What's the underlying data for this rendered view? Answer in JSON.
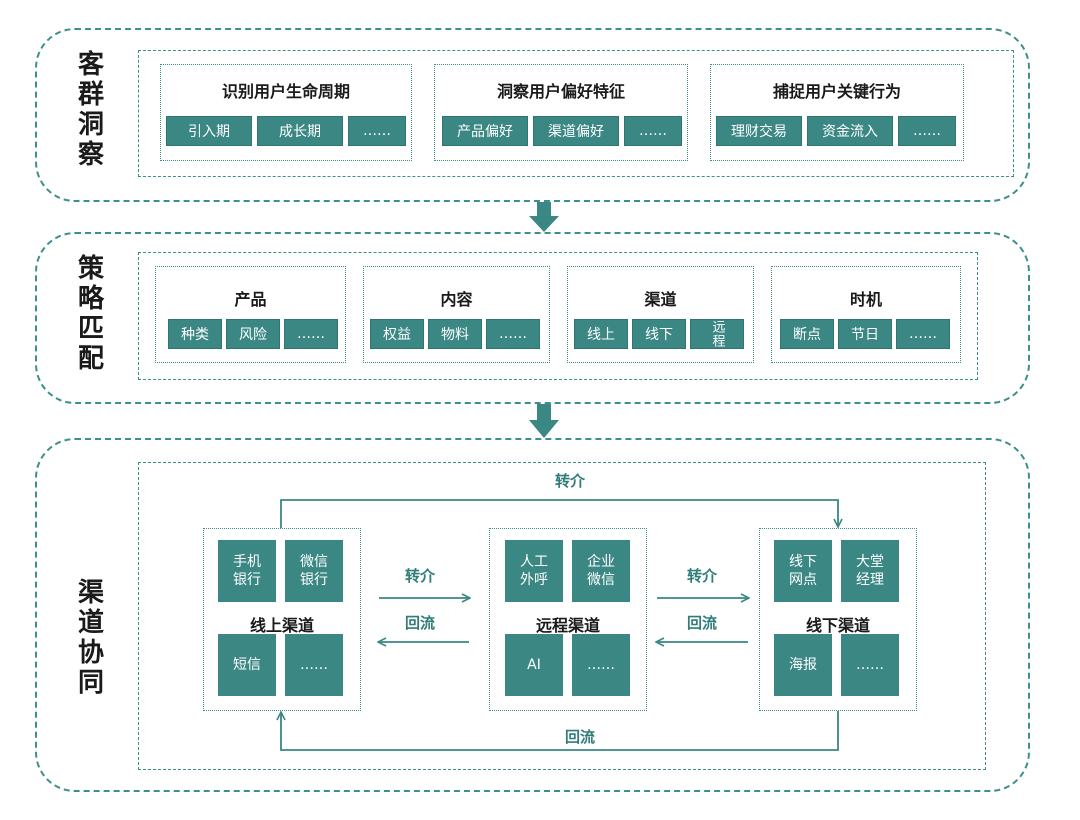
{
  "section1": {
    "title": [
      "客",
      "群",
      "洞",
      "察"
    ],
    "groups": [
      {
        "title": "识别用户生命周期",
        "items": [
          "引入期",
          "成长期",
          "……"
        ]
      },
      {
        "title": "洞察用户偏好特征",
        "items": [
          "产品偏好",
          "渠道偏好",
          "……"
        ]
      },
      {
        "title": "捕捉用户关键行为",
        "items": [
          "理财交易",
          "资金流入",
          "……"
        ]
      }
    ]
  },
  "section2": {
    "title": [
      "策",
      "略",
      "匹",
      "配"
    ],
    "groups": [
      {
        "title": "产品",
        "items": [
          "种类",
          "风险",
          "……"
        ]
      },
      {
        "title": "内容",
        "items": [
          "权益",
          "物料",
          "……"
        ]
      },
      {
        "title": "渠道",
        "items": [
          "线上",
          "线下",
          "远程"
        ]
      },
      {
        "title": "时机",
        "items": [
          "断点",
          "节日",
          "……"
        ]
      }
    ]
  },
  "section3": {
    "title": [
      "渠",
      "道",
      "协",
      "同"
    ],
    "channels": [
      {
        "title": "线上渠道",
        "top": [
          "手机\n银行",
          "微信\n银行"
        ],
        "bottom": [
          "短信",
          "……"
        ]
      },
      {
        "title": "远程渠道",
        "top": [
          "人工\n外呼",
          "企业\n微信"
        ],
        "bottom": [
          "AI",
          "……"
        ]
      },
      {
        "title": "线下渠道",
        "top": [
          "线下\n网点",
          "大堂\n经理"
        ],
        "bottom": [
          "海报",
          "……"
        ]
      }
    ],
    "labels": {
      "top_referral": "转介",
      "bottom_return": "回流",
      "left_referral": "转介",
      "left_return": "回流",
      "right_referral": "转介",
      "right_return": "回流"
    }
  },
  "colors": {
    "teal": "#3a8784",
    "dashed": "#3d8f8c",
    "label": "#2f7c79"
  }
}
